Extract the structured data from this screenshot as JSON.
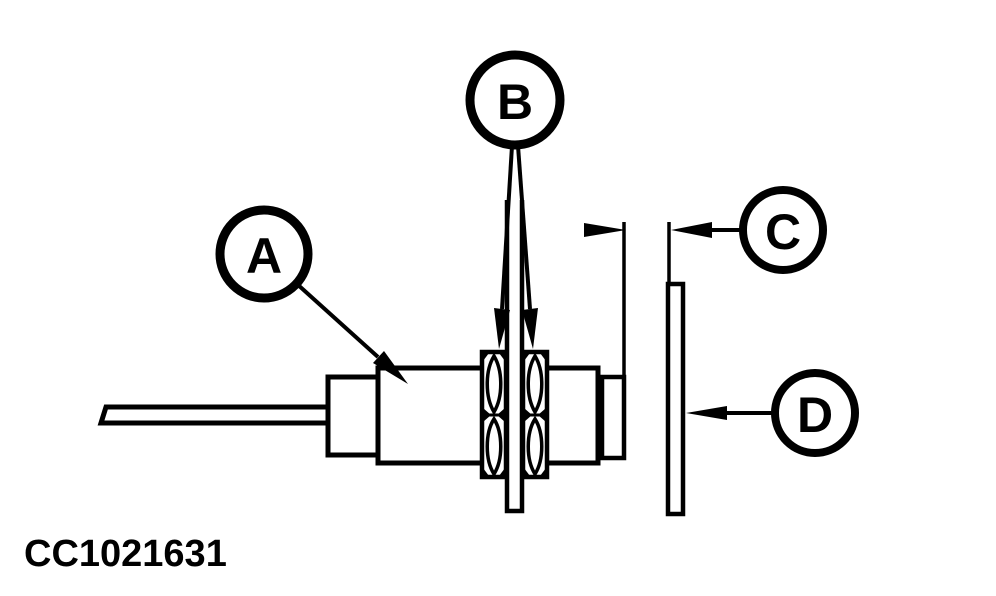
{
  "figure": {
    "code": "CC1021631",
    "background_color": "#ffffff",
    "line_color": "#000000",
    "callouts": [
      {
        "label": "A"
      },
      {
        "label": "B"
      },
      {
        "label": "C"
      },
      {
        "label": "D"
      }
    ]
  }
}
